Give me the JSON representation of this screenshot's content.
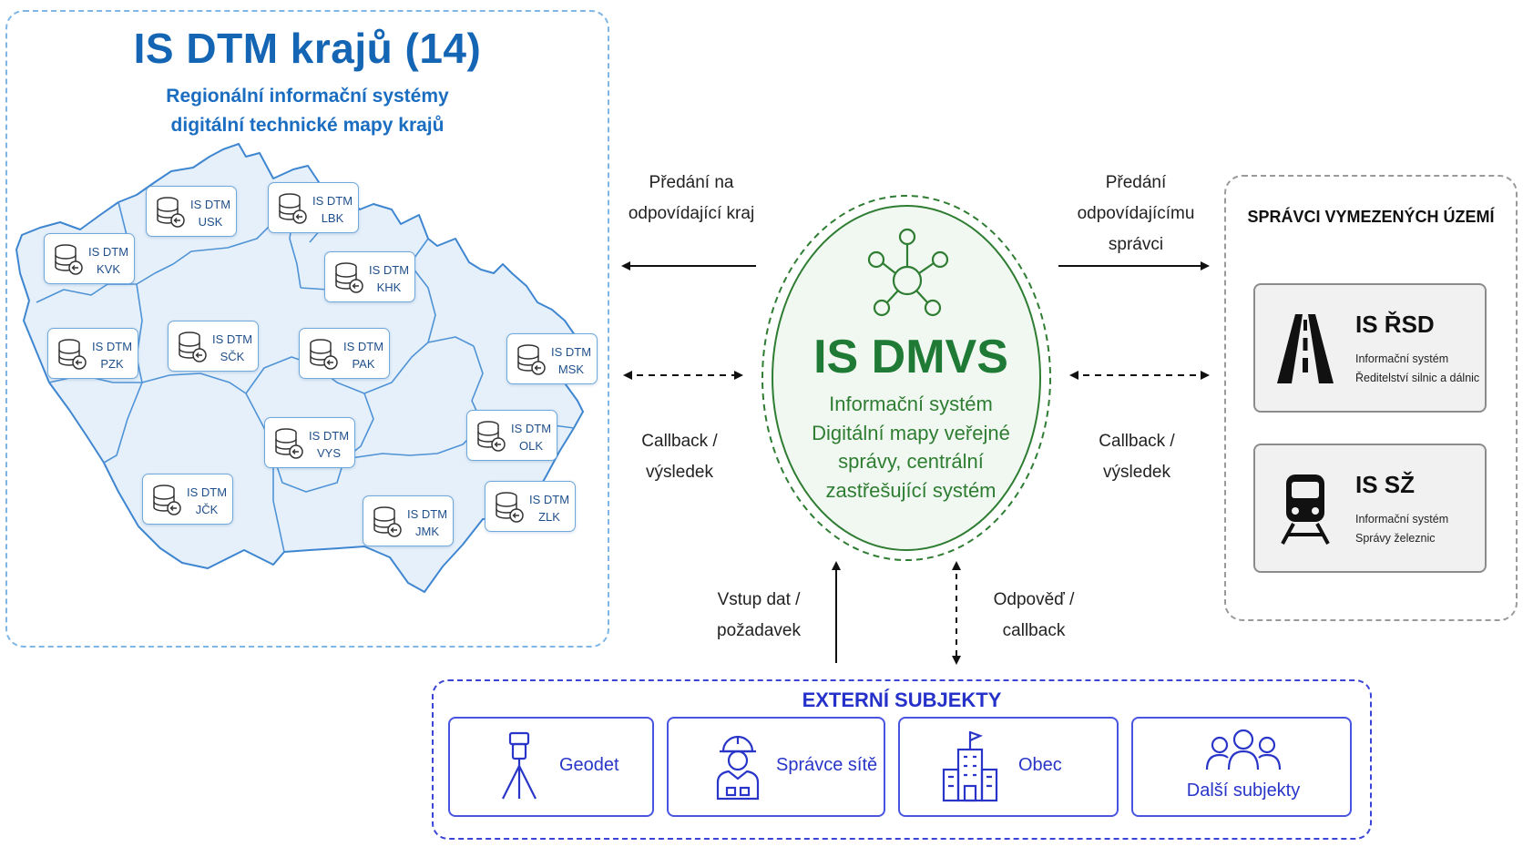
{
  "left_panel": {
    "title": "IS DTM krajů (14)",
    "subtitle_line1": "Regionální informační systémy",
    "subtitle_line2": "digitální technické mapy krajů",
    "regions": [
      {
        "label": "IS DTM",
        "code": "USK"
      },
      {
        "label": "IS DTM",
        "code": "LBK"
      },
      {
        "label": "IS DTM",
        "code": "KVK"
      },
      {
        "label": "IS DTM",
        "code": "KHK"
      },
      {
        "label": "IS DTM",
        "code": "PZK"
      },
      {
        "label": "IS DTM",
        "code": "SČK"
      },
      {
        "label": "IS DTM",
        "code": "PAK"
      },
      {
        "label": "IS DTM",
        "code": "MSK"
      },
      {
        "label": "IS DTM",
        "code": "VYS"
      },
      {
        "label": "IS DTM",
        "code": "OLK"
      },
      {
        "label": "IS DTM",
        "code": "JČK"
      },
      {
        "label": "IS DTM",
        "code": "JMK"
      },
      {
        "label": "IS DTM",
        "code": "ZLK"
      }
    ]
  },
  "center": {
    "title": "IS DMVS",
    "sub_line1": "Informační systém",
    "sub_line2": "Digitální mapy veřejné",
    "sub_line3": "správy, centrální",
    "sub_line4": "zastřešující systém"
  },
  "flows": {
    "left_top_line1": "Předání na",
    "left_top_line2": "odpovídající kraj",
    "left_bottom_line1": "Callback /",
    "left_bottom_line2": "výsledek",
    "right_top_line1": "Předání",
    "right_top_line2": "odpovídajícímu",
    "right_top_line3": "správci",
    "right_bottom_line1": "Callback /",
    "right_bottom_line2": "výsledek",
    "down_left_line1": "Vstup dat /",
    "down_left_line2": "požadavek",
    "down_right_line1": "Odpověď /",
    "down_right_line2": "callback"
  },
  "right_panel": {
    "title": "SPRÁVCI VYMEZENÝCH ÚZEMÍ",
    "systems": [
      {
        "name": "IS ŘSD",
        "desc1": "Informační systém",
        "desc2": "Ředitelství silnic a dálnic",
        "icon": "road-icon"
      },
      {
        "name": "IS SŽ",
        "desc1": "Informační systém",
        "desc2": "Správy železnic",
        "icon": "train-icon"
      }
    ]
  },
  "external": {
    "title": "EXTERNÍ SUBJEKTY",
    "items": [
      {
        "label": "Geodet",
        "icon": "surveyor-tripod-icon"
      },
      {
        "label": "Správce sítě",
        "icon": "network-admin-icon"
      },
      {
        "label": "Obec",
        "icon": "municipality-building-icon"
      },
      {
        "label": "Další subjekty",
        "icon": "people-group-icon"
      }
    ]
  },
  "colors": {
    "left_blue": "#1565b5",
    "map_fill": "#e6f0fa",
    "map_stroke": "#3f86d1",
    "center_green": "#1e7a34",
    "external_blue": "#2631c9",
    "right_gray": "#9a9a9a"
  }
}
